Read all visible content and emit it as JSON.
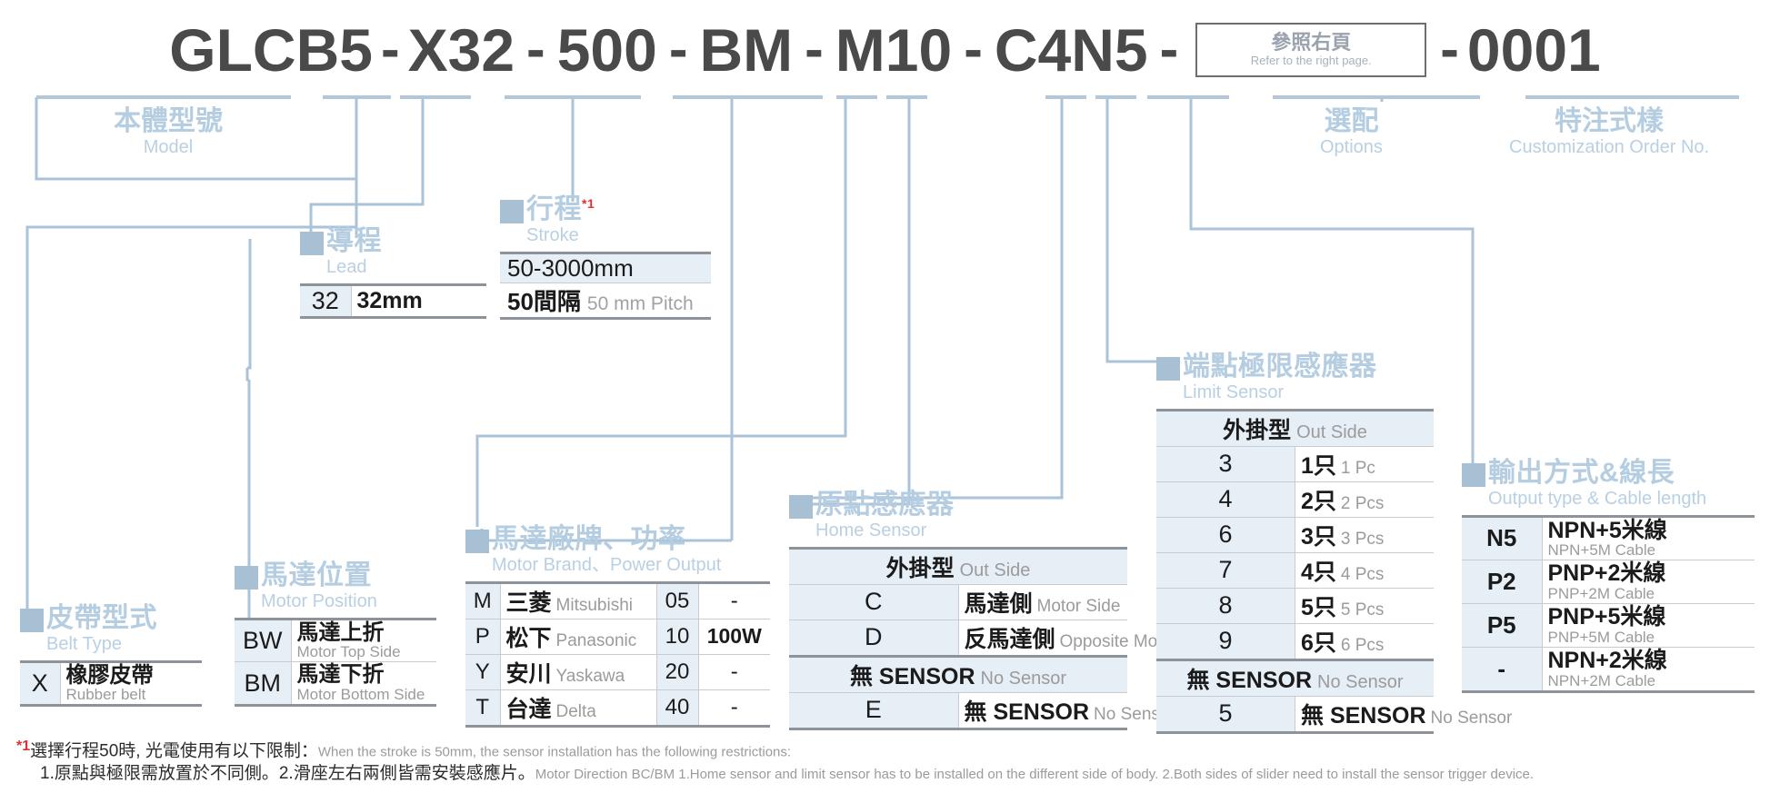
{
  "product_code": {
    "segments": [
      "GLCB5",
      "X32",
      "500",
      "BM",
      "M10",
      "C4N5"
    ],
    "dash": "-",
    "options_box": {
      "cn": "參照右頁",
      "en": "Refer to the right page."
    },
    "order_no": "0001"
  },
  "sections": {
    "model": {
      "cn": "本體型號",
      "en": "Model"
    },
    "belt_type": {
      "cn": "皮帶型式",
      "en": "Belt Type",
      "rows": [
        {
          "code": "X",
          "cn": "橡膠皮帶",
          "en": "Rubber belt"
        }
      ]
    },
    "lead": {
      "cn": "導程",
      "en": "Lead",
      "rows": [
        {
          "code": "32",
          "cn": "32mm",
          "en": ""
        }
      ]
    },
    "stroke": {
      "cn": "行程",
      "star": "*1",
      "en": "Stroke",
      "rows": [
        {
          "a": "50-3000mm"
        },
        {
          "cn": "50間隔",
          "en": "50 mm Pitch"
        }
      ]
    },
    "motor_position": {
      "cn": "馬達位置",
      "en": "Motor Position",
      "rows": [
        {
          "code": "BW",
          "cn": "馬達上折",
          "en": "Motor Top Side"
        },
        {
          "code": "BM",
          "cn": "馬達下折",
          "en": "Motor Bottom Side"
        }
      ]
    },
    "motor_brand": {
      "cn": "馬達廠牌、功率",
      "en": "Motor Brand、Power Output",
      "rows": [
        {
          "code": "M",
          "cn": "三菱",
          "en": "Mitsubishi",
          "pcode": "05",
          "power": "-"
        },
        {
          "code": "P",
          "cn": "松下",
          "en": "Panasonic",
          "pcode": "10",
          "power": "100W"
        },
        {
          "code": "Y",
          "cn": "安川",
          "en": "Yaskawa",
          "pcode": "20",
          "power": "-"
        },
        {
          "code": "T",
          "cn": "台達",
          "en": "Delta",
          "pcode": "40",
          "power": "-"
        }
      ]
    },
    "home_sensor": {
      "cn": "原點感應器",
      "en": "Home Sensor",
      "header1_cn": "外掛型",
      "header1_en": "Out Side",
      "rows1": [
        {
          "code": "C",
          "cn": "馬達側",
          "en": "Motor Side"
        },
        {
          "code": "D",
          "cn": "反馬達側",
          "en": "Opposite Motor Side"
        }
      ],
      "header2_cn": "無 SENSOR",
      "header2_en": "No Sensor",
      "rows2": [
        {
          "code": "E",
          "cn": "無 SENSOR",
          "en": "No Sensor"
        }
      ]
    },
    "limit_sensor": {
      "cn": "端點極限感應器",
      "en": "Limit Sensor",
      "header1_cn": "外掛型",
      "header1_en": "Out Side",
      "rows1": [
        {
          "code": "3",
          "cn": "1只",
          "en": "1 Pc"
        },
        {
          "code": "4",
          "cn": "2只",
          "en": "2 Pcs"
        },
        {
          "code": "6",
          "cn": "3只",
          "en": "3 Pcs"
        },
        {
          "code": "7",
          "cn": "4只",
          "en": "4 Pcs"
        },
        {
          "code": "8",
          "cn": "5只",
          "en": "5 Pcs"
        },
        {
          "code": "9",
          "cn": "6只",
          "en": "6 Pcs"
        }
      ],
      "header2_cn": "無 SENSOR",
      "header2_en": "No Sensor",
      "rows2": [
        {
          "code": "5",
          "cn": "無 SENSOR",
          "en": "No Sensor"
        }
      ]
    },
    "output_type": {
      "cn": "輸出方式&線長",
      "en": "Output type & Cable length",
      "rows": [
        {
          "code": "N5",
          "cn": "NPN+5米線",
          "en": "NPN+5M Cable"
        },
        {
          "code": "P2",
          "cn": "PNP+2米線",
          "en": "PNP+2M Cable"
        },
        {
          "code": "P5",
          "cn": "PNP+5米線",
          "en": "PNP+5M Cable"
        },
        {
          "code": "-",
          "cn": "NPN+2米線",
          "en": "NPN+2M Cable"
        }
      ]
    },
    "options": {
      "cn": "選配",
      "en": "Options"
    },
    "customization": {
      "cn": "特注式樣",
      "en": "Customization Order No."
    }
  },
  "footnote": {
    "star": "*1",
    "line1_cn": "選擇行程50時, 光電使用有以下限制：",
    "line1_en": "When the stroke is 50mm, the sensor installation has  the following restrictions:",
    "line2_cn": "1.原點與極限需放置於不同側。2.滑座左右兩側皆需安裝感應片。",
    "line2_en": "Motor Direction BC/BM 1.Home sensor and limit sensor has to be installed on the different side of body.  2.Both sides of slider need to install the sensor trigger device."
  },
  "colors": {
    "marker": "#a8c0d4",
    "heading": "#b5cde1",
    "leader": "#a9c3d8",
    "cell_tint": "#e6eef6",
    "star_red": "#e03030"
  }
}
